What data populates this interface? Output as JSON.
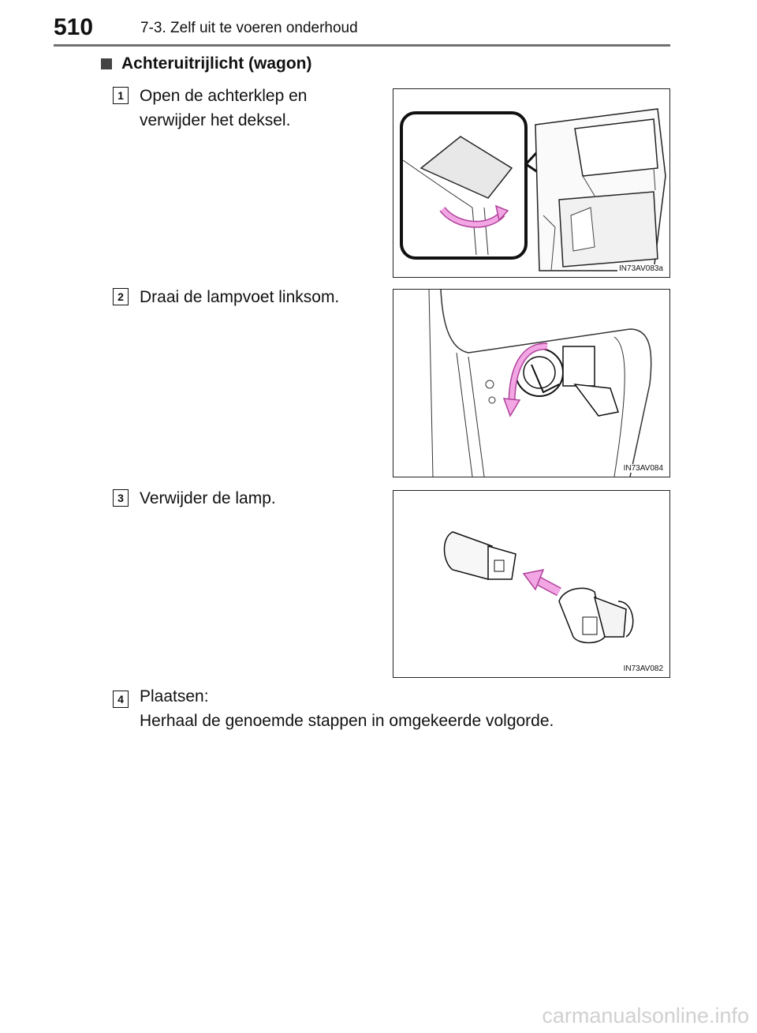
{
  "header": {
    "page_number": "510",
    "chapter": "7-3. Zelf uit te voeren onderhoud"
  },
  "section": {
    "title": "Achteruitrijlicht (wagon)"
  },
  "steps": [
    {
      "number": "1",
      "text": "Open de achterklep en\nverwijder het deksel.",
      "figure_code": "IN73AV083a"
    },
    {
      "number": "2",
      "text": "Draai de lampvoet linksom.",
      "figure_code": "IN73AV084"
    },
    {
      "number": "3",
      "text": "Verwijder de lamp.",
      "figure_code": "IN73AV082"
    },
    {
      "number": "4",
      "text": "Plaatsen:\nHerhaal de genoemde stappen in omgekeerde volgorde."
    }
  ],
  "watermark": "carmanualsonline.info",
  "colors": {
    "arrow_pink": "#f2a6e4",
    "arrow_stroke": "#b0409a",
    "rule": "#707070"
  }
}
